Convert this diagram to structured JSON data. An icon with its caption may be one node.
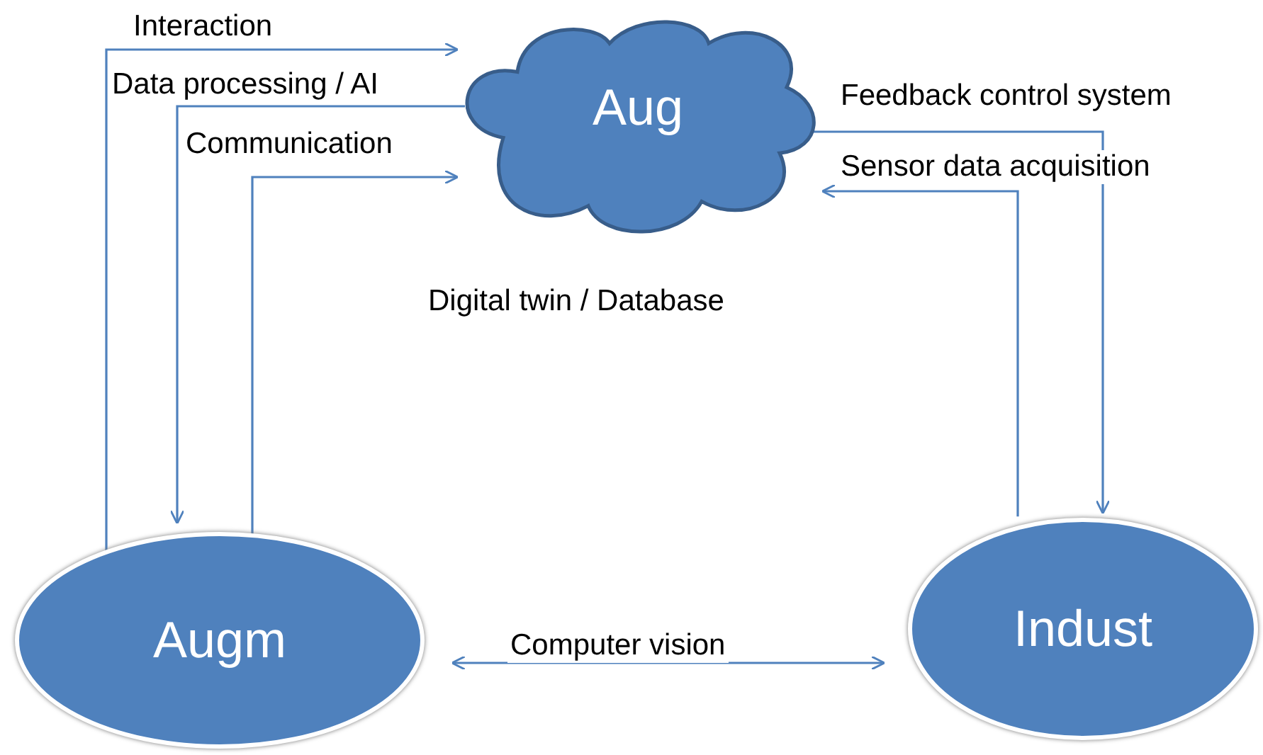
{
  "diagram": {
    "nodes": [
      {
        "text": [
          "Aug"
        ]
      },
      {
        "text": [
          "Augm"
        ]
      },
      {
        "text": [
          "Indust"
        ]
      }
    ],
    "edges": [
      {
        "from": 1,
        "to": 0,
        "arrow": "to",
        "label": "Interaction"
      },
      {
        "from": 0,
        "to": 1,
        "arrow": "to",
        "label": "Data processing / AI"
      },
      {
        "from": 1,
        "to": 0,
        "arrow": "to",
        "label": "Communication"
      },
      {
        "from": 0,
        "to": 2,
        "arrow": "to",
        "label": "Feedback control system"
      },
      {
        "from": 2,
        "to": 0,
        "arrow": "to",
        "label": "Sensor data acquisition"
      },
      {
        "from": 1,
        "to": 2,
        "arrow": "both",
        "label": "Computer vision"
      }
    ],
    "labels": [
      "Digital twin / Database"
    ]
  }
}
